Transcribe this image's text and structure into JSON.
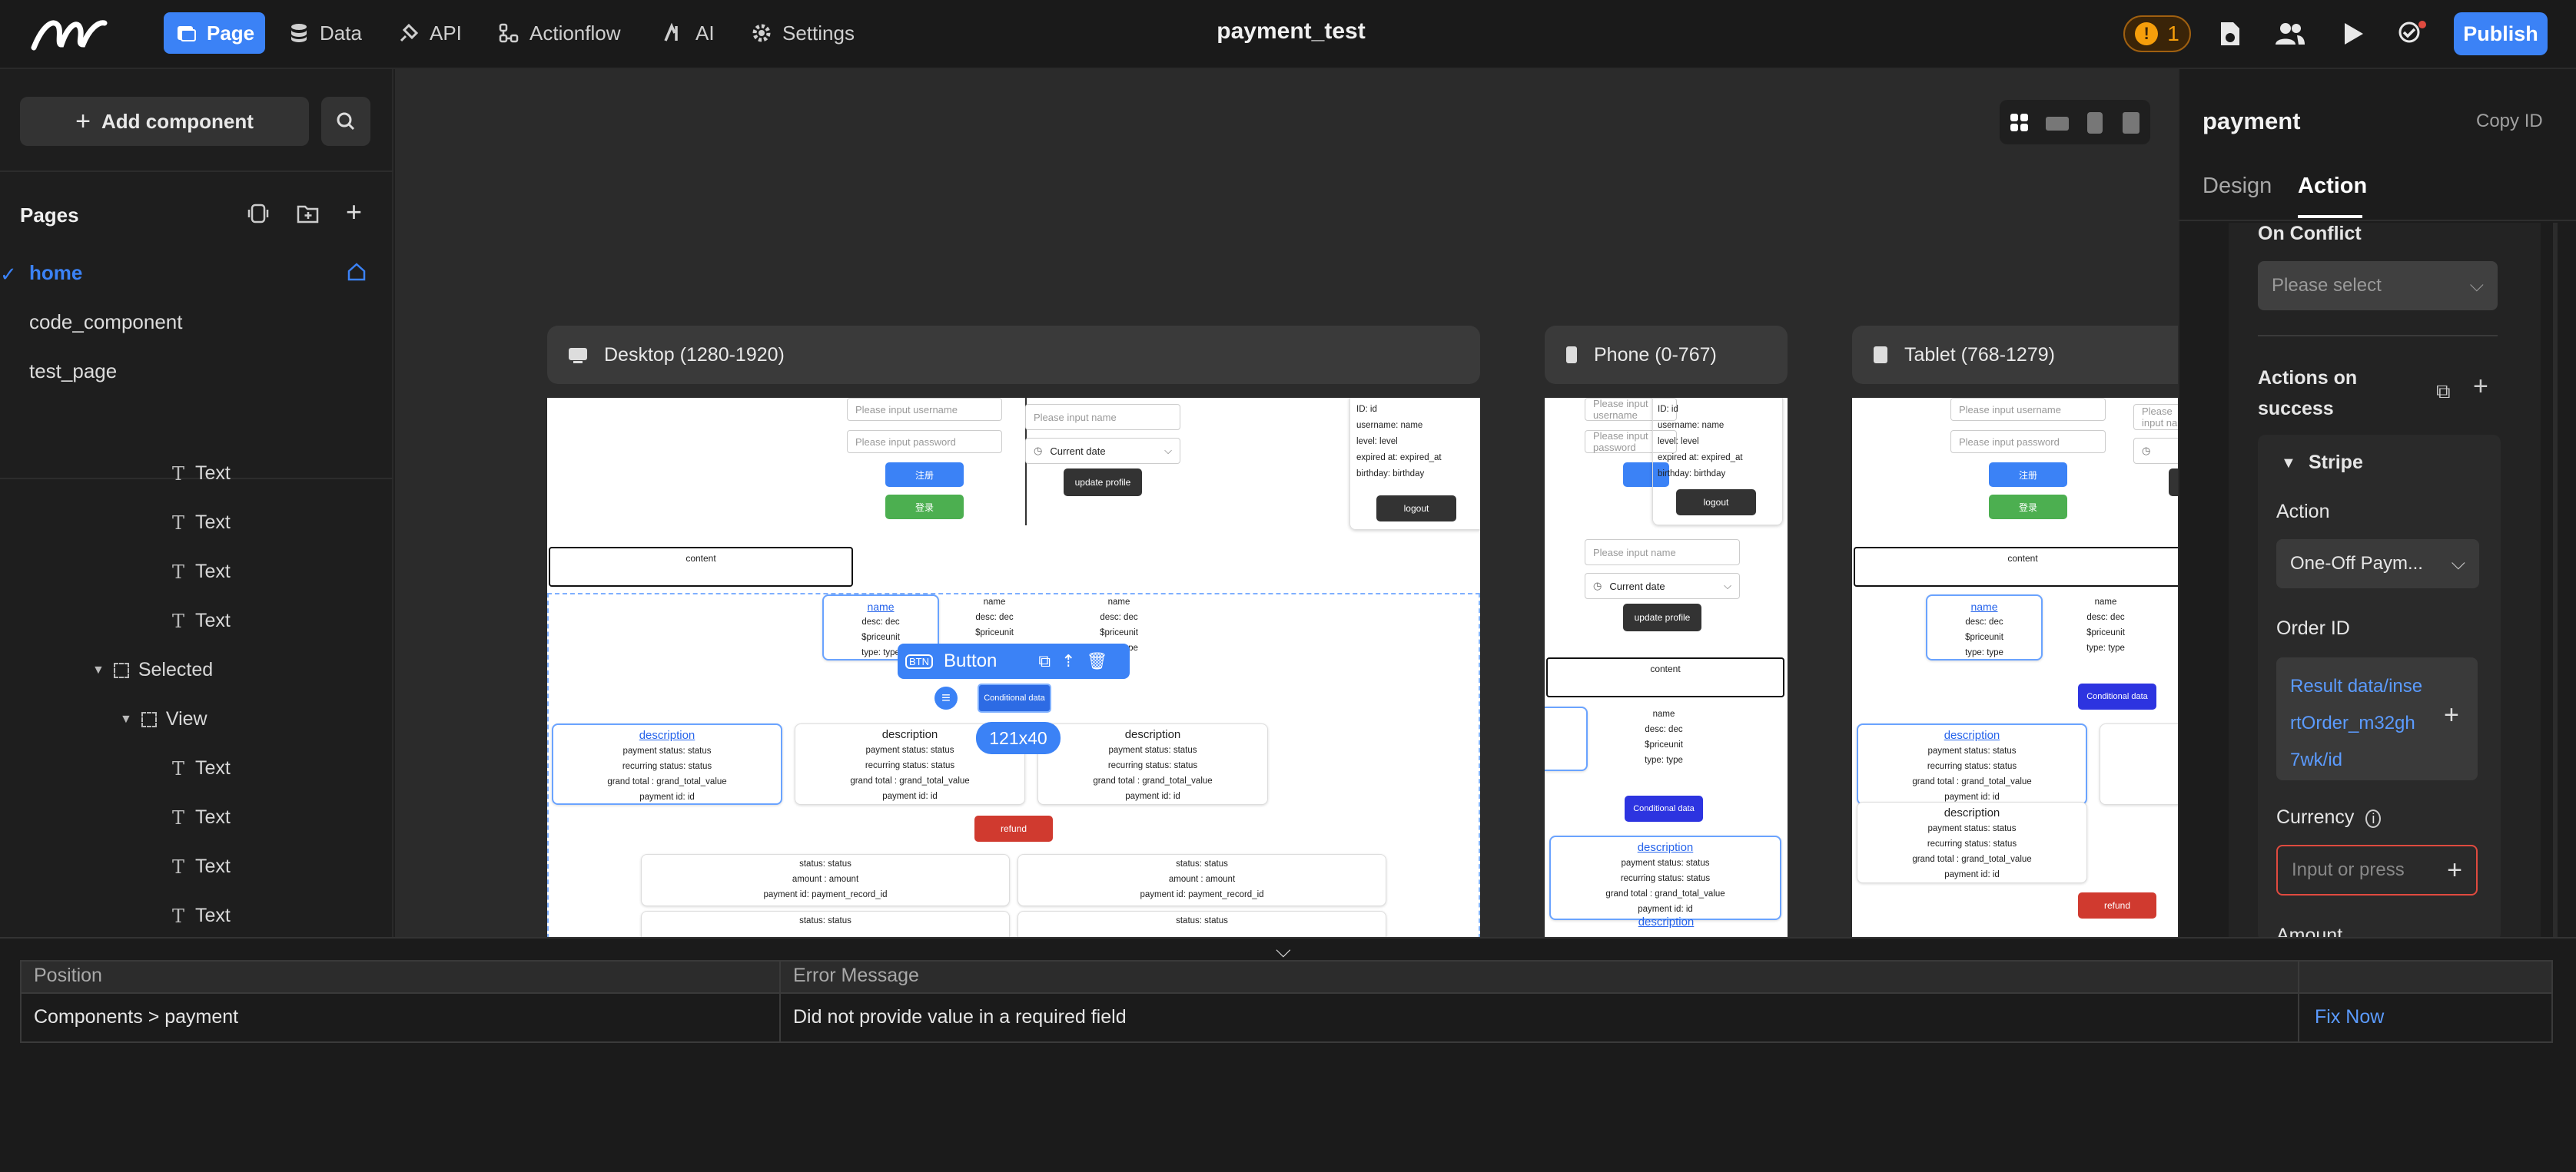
{
  "app": {
    "title": "payment_test"
  },
  "nav": [
    {
      "label": "Page",
      "icon": "page-icon",
      "active": true
    },
    {
      "label": "Data",
      "icon": "database-icon"
    },
    {
      "label": "API",
      "icon": "api-icon"
    },
    {
      "label": "Actionflow",
      "icon": "actionflow-icon"
    },
    {
      "label": "AI",
      "icon": "ai-icon"
    },
    {
      "label": "Settings",
      "icon": "gear-icon"
    }
  ],
  "topbar": {
    "warning_count": "1",
    "warning_mark": "!",
    "publish_label": "Publish"
  },
  "left": {
    "add_component_label": "Add component",
    "pages_label": "Pages",
    "pages": [
      "home",
      "code_component",
      "test_page"
    ],
    "tree": [
      {
        "type": "T",
        "label": "Text"
      },
      {
        "type": "T",
        "label": "Text"
      },
      {
        "type": "T",
        "label": "Text"
      },
      {
        "type": "T",
        "label": "Text"
      },
      {
        "type": "group",
        "label": "Selected"
      },
      {
        "type": "group",
        "label": "View"
      },
      {
        "type": "T",
        "label": "Text"
      },
      {
        "type": "T",
        "label": "Text"
      },
      {
        "type": "T",
        "label": "Text"
      },
      {
        "type": "T",
        "label": "Text"
      }
    ]
  },
  "canvas": {
    "frames": {
      "desktop": "Desktop (1280-1920)",
      "phone": "Phone (0-767)",
      "tablet": "Tablet (768-1279)"
    },
    "mock": {
      "username_ph": "Please input username",
      "password_ph": "Please input password",
      "register": "注册",
      "login": "登录",
      "name_ph": "Please input name",
      "current_date": "Current date",
      "update_profile": "update profile",
      "info": [
        "ID:   id",
        "username:   name",
        "level:   level",
        "expired at:   expired_at",
        "birthday:   birthday"
      ],
      "info_phone": [
        "ID:   id",
        "username:   name",
        "level:   level",
        "expired at:   expired_at",
        "birthday:   birthday"
      ],
      "logout": "logout",
      "content": "content",
      "name": "name",
      "desc": "desc: dec",
      "price": "$priceunit",
      "type": "type: type",
      "conditional": "Conditional data",
      "description": "description",
      "payment_status": "payment status: status",
      "recurring_status": "recurring status: status",
      "grand_total": "grand total : grand_total_value",
      "payment_id": "payment id: id",
      "refund": "refund",
      "status": "status: status",
      "amount": "amount : amount",
      "payment_record": "payment id: payment_record_id"
    },
    "selection": {
      "component": "Button",
      "size": "121x40"
    }
  },
  "right": {
    "title": "payment",
    "copy_id": "Copy ID",
    "tabs": [
      "Design",
      "Action"
    ],
    "on_conflict": "On Conflict",
    "please_select": "Please select",
    "actions_on_success": "Actions on success",
    "stripe": "Stripe",
    "action_label": "Action",
    "action_value": "One-Off Paym...",
    "order_id": "Order ID",
    "order_value": "Result data/insertOrder_m32gh7wk/id",
    "currency": "Currency",
    "currency_ph": "Input or press",
    "amount": "Amount"
  },
  "errors": {
    "headers": [
      "Position",
      "Error Message"
    ],
    "rows": [
      {
        "position": "Components > payment",
        "message": "Did not provide value in a required field",
        "action": "Fix Now"
      }
    ]
  },
  "colors": {
    "accent": "#3b82f6",
    "error": "#e04a3f",
    "warning": "#f59e0b"
  }
}
